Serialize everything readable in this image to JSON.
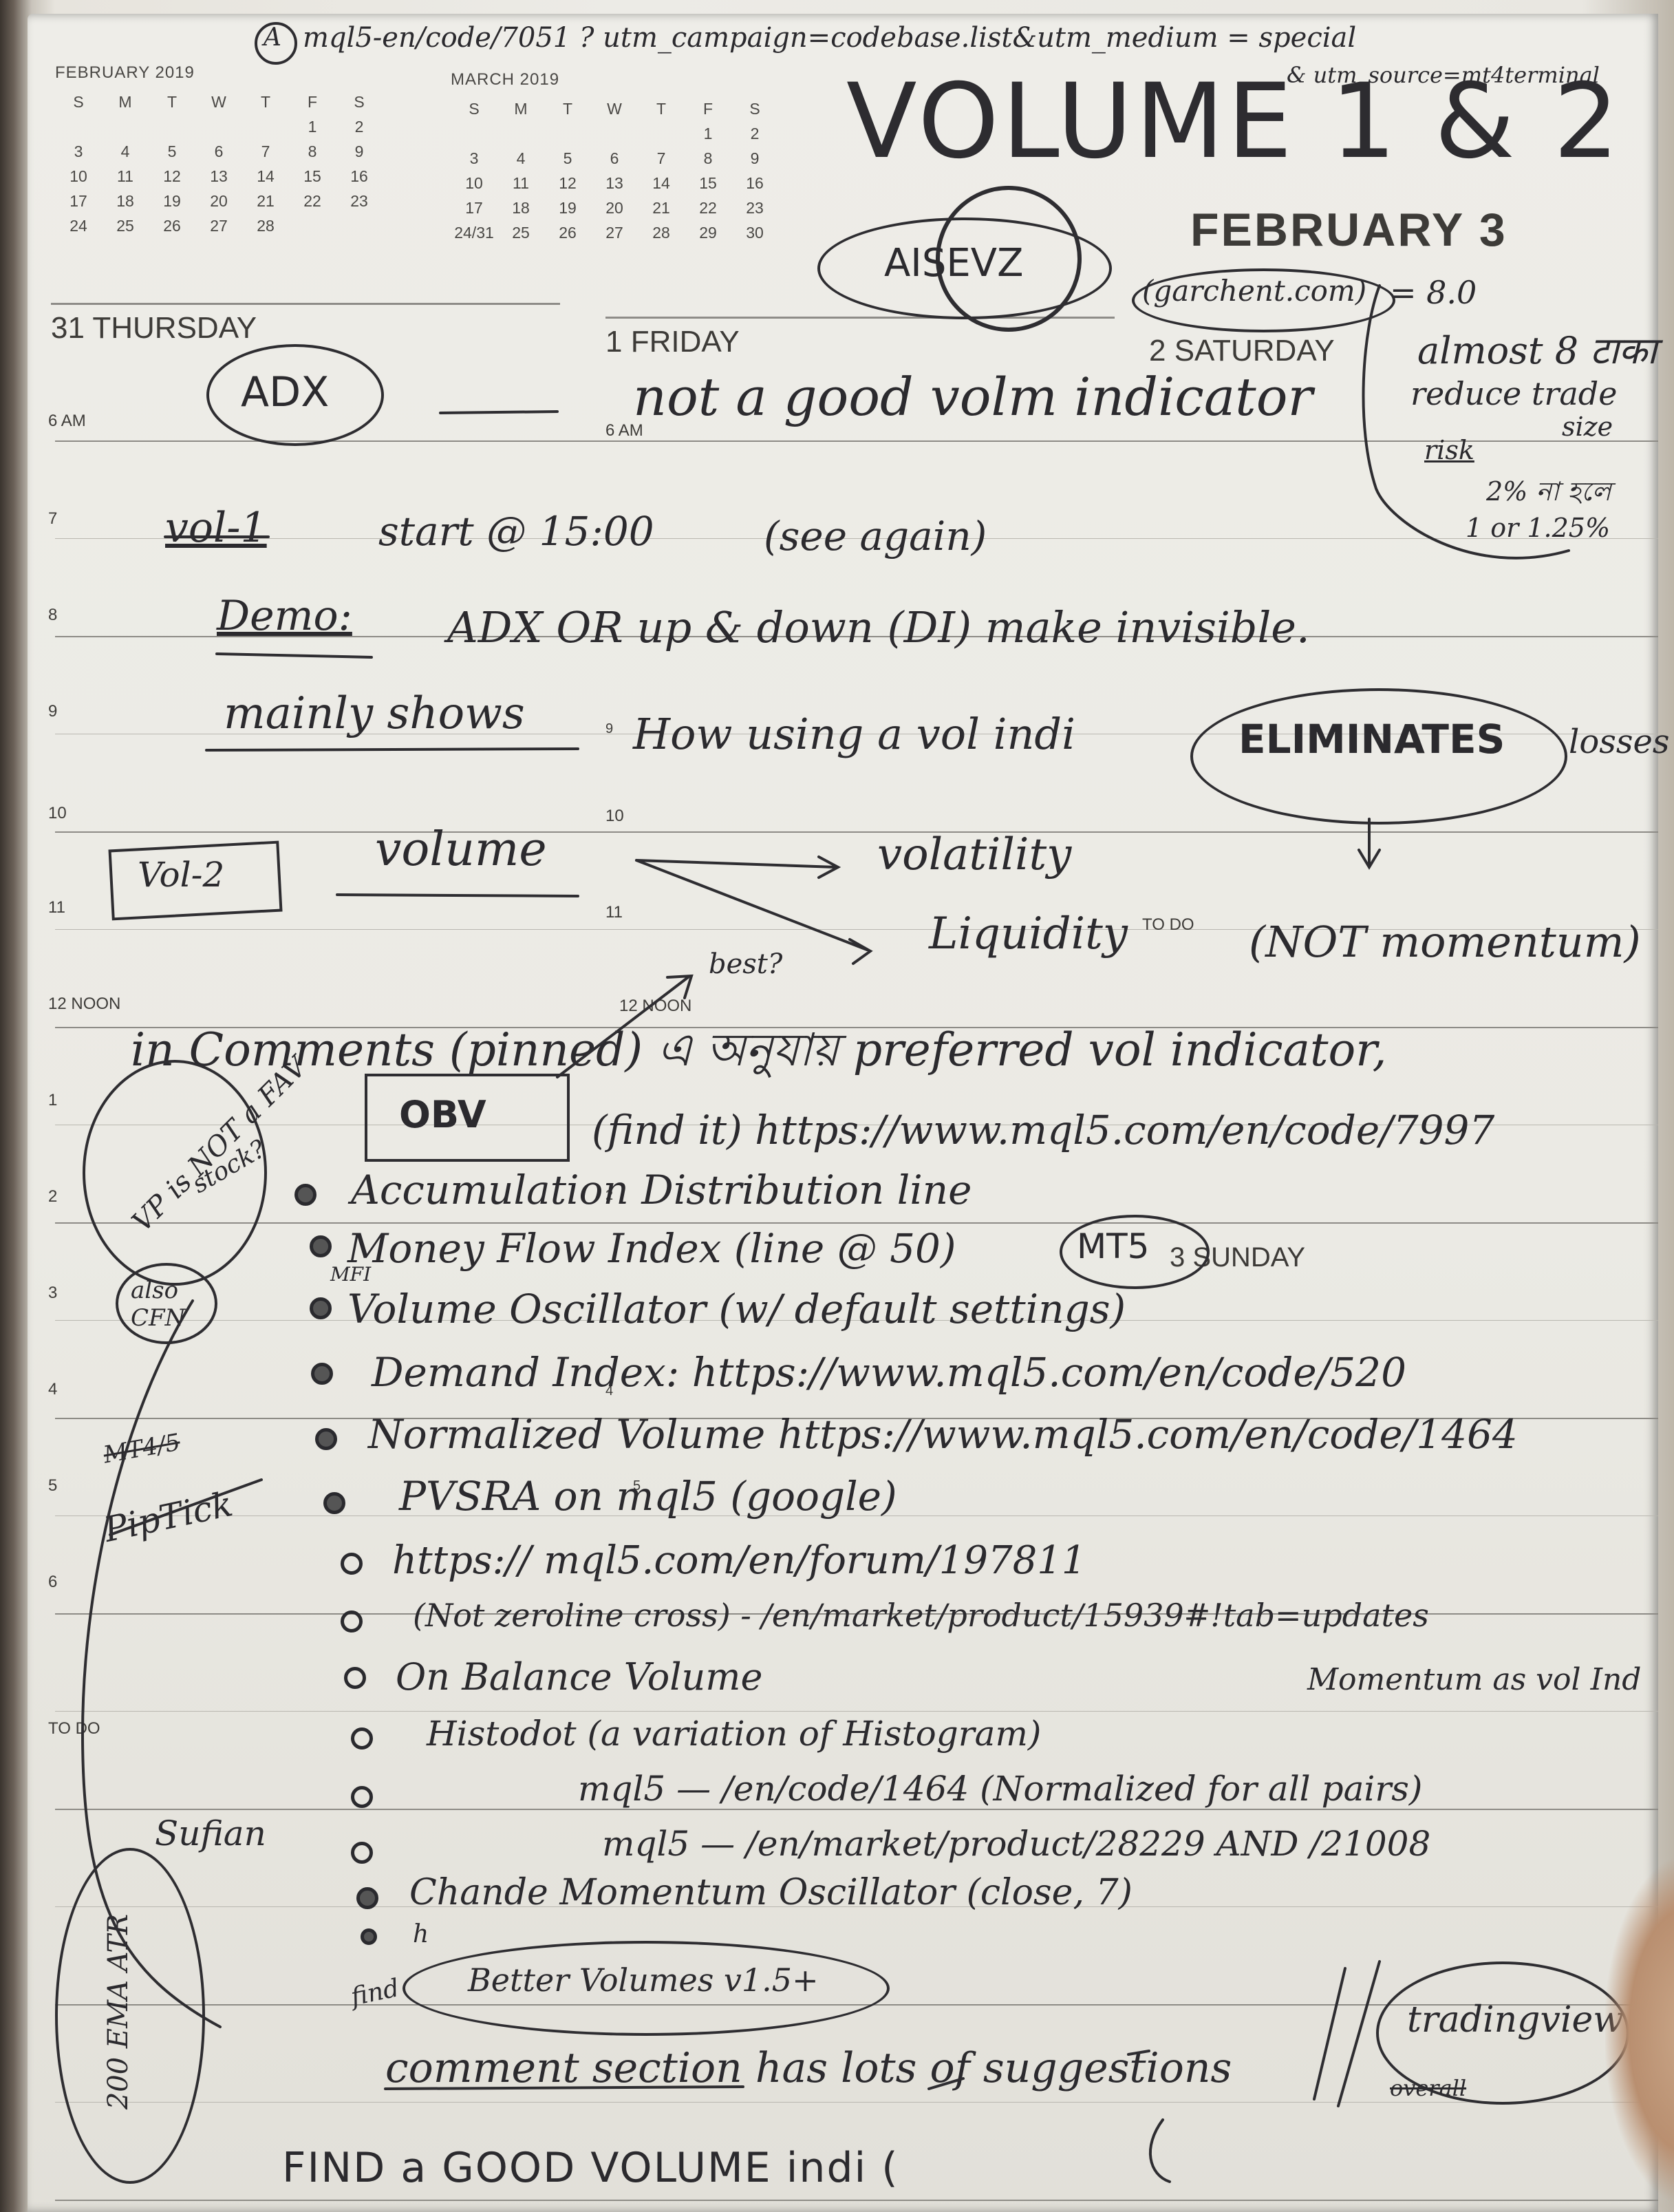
{
  "printed": {
    "month_header": "FEBRUARY 3",
    "days": {
      "thursday": "31 THURSDAY",
      "friday": "1 FRIDAY",
      "saturday": "2 SATURDAY",
      "sunday": "3 SUNDAY"
    },
    "hours_left": [
      "6 AM",
      "7",
      "8",
      "9",
      "10",
      "11",
      "12 NOON",
      "1",
      "2",
      "3",
      "4",
      "5",
      "6",
      "TO DO"
    ],
    "hours_mid": [
      "6 AM",
      "9",
      "10",
      "11",
      "12 NOON",
      "2",
      "4",
      "5"
    ],
    "todo_mid": "TO DO",
    "calendars": [
      {
        "title": "FEBRUARY 2019",
        "weekdays": [
          "S",
          "M",
          "T",
          "W",
          "T",
          "F",
          "S"
        ],
        "rows": [
          [
            "",
            "",
            "",
            "",
            "",
            "1",
            "2"
          ],
          [
            "3",
            "4",
            "5",
            "6",
            "7",
            "8",
            "9"
          ],
          [
            "10",
            "11",
            "12",
            "13",
            "14",
            "15",
            "16"
          ],
          [
            "17",
            "18",
            "19",
            "20",
            "21",
            "22",
            "23"
          ],
          [
            "24",
            "25",
            "26",
            "27",
            "28",
            "",
            ""
          ]
        ]
      },
      {
        "title": "MARCH 2019",
        "weekdays": [
          "S",
          "M",
          "T",
          "W",
          "T",
          "F",
          "S"
        ],
        "rows": [
          [
            "",
            "",
            "",
            "",
            "",
            "1",
            "2"
          ],
          [
            "3",
            "4",
            "5",
            "6",
            "7",
            "8",
            "9"
          ],
          [
            "10",
            "11",
            "12",
            "13",
            "14",
            "15",
            "16"
          ],
          [
            "17",
            "18",
            "19",
            "20",
            "21",
            "22",
            "23"
          ],
          [
            "24/31",
            "25",
            "26",
            "27",
            "28",
            "29",
            "30"
          ]
        ]
      }
    ]
  },
  "handwriting": {
    "url_top": "mql5-en/code/7051 ? utm_campaign=codebase.list&utm_medium = special",
    "url_top2": "& utm_source=mt4terminal",
    "circled_a": "A",
    "title": "VOLUME 1 & 2",
    "circled_name": "AISEVZ",
    "side_site": "(garchent.com)",
    "side_value": "= 8.0",
    "side_notes": [
      "almost 8 टाका",
      "reduce trade",
      "size",
      "risk",
      "2% না হলে",
      "1 or 1.25%"
    ],
    "adx": "ADX",
    "adx_note": "not a good volm indicator",
    "vol1": "vol-1",
    "vol1_start": "start @ 15:00",
    "see_again": "(see again)",
    "demo_label": "Demo:",
    "demo_text": "ADX OR up & down (DI) make invisible.",
    "mainly_shows": "mainly shows",
    "how_text": "How using a vol indi",
    "eliminates": "ELIMINATES",
    "losses": "losses",
    "vol2": "Vol-2",
    "volume": "volume",
    "volatility": "volatility",
    "liquidity": "Liquidity",
    "best": "best?",
    "not_momentum": "(NOT momentum)",
    "comments_line": "in Comments (pinned) এ অনুযায় preferred vol indicator,",
    "vp_note": "VP is NOT a FAV",
    "stock_note": "stock?",
    "also_cfn": "also CFN",
    "obv": "OBV",
    "obv_note": "(find it)   https://www.mql5.com/en/code/7997",
    "mfi": "MFI",
    "mt5": "MT5",
    "list": [
      "Accumulation Distribution line",
      "Money Flow Index  (line @ 50)",
      "Volume Oscillator (w/ default settings)",
      "Demand Index:  https://www.mql5.com/en/code/520",
      "Normalized Volume  https://www.mql5.com/en/code/1464",
      "PVSRA  on mql5  (google)",
      "https:// mql5.com/en/forum/197811",
      "(Not zeroline cross) - /en/market/product/15939#!tab=updates",
      "On Balance Volume",
      "Histodot  (a variation of Histogram)",
      "mql5 — /en/code/1464  (Normalized for all pairs)",
      "mql5 — /en/market/product/28229  AND  /21008",
      "Chande Momentum Oscillator (close, 7)",
      "h"
    ],
    "mt45": "MT4/5",
    "piptick": "PipTick",
    "momentum_note": "Momentum as vol Ind",
    "sufian": "Sufian",
    "ema_atr": "200 EMA ATR",
    "find": "find",
    "better_volumes": "Better Volumes v1.5+",
    "tradingview": "tradingview",
    "overall": "overall",
    "comment_section": "comment section has lots of suggestions",
    "find_good": "FIND  a  GOOD   VOLUME   indi ("
  }
}
